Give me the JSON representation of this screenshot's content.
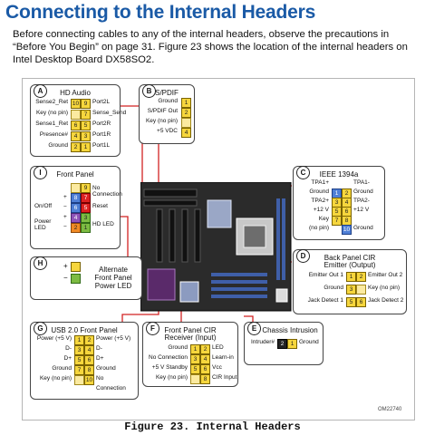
{
  "page": {
    "title": "Connecting to the Internal Headers",
    "intro": "Before connecting cables to any of the internal headers, observe the precautions in “Before You Begin” on page 31.  Figure 23 shows the location of the internal headers on Intel Desktop Board DX58SO2.",
    "caption": "Figure 23.  Internal Headers",
    "doc_id": "OM22740"
  },
  "panels": {
    "A": {
      "tag": "A",
      "title": "HD Audio",
      "rows": [
        {
          "left": "Sense2_Ret",
          "p1": "10",
          "p2": "9",
          "right": "Port2L"
        },
        {
          "left": "Key (no pin)",
          "p1": "",
          "p2": "7",
          "right": "Sense_Send"
        },
        {
          "left": "Sense1_Ret",
          "p1": "6",
          "p2": "5",
          "right": "Port2R"
        },
        {
          "left": "Presence#",
          "p1": "4",
          "p2": "3",
          "right": "Port1R"
        },
        {
          "left": "Ground",
          "p1": "2",
          "p2": "1",
          "right": "Port1L"
        }
      ]
    },
    "B": {
      "tag": "B",
      "title": "S/PDIF",
      "rows": [
        {
          "left": "Ground",
          "p": "1"
        },
        {
          "left": "S/PDIF Out",
          "p": "2"
        },
        {
          "left": "Key (no pin)",
          "p": ""
        },
        {
          "left": "+5 VDC",
          "p": "4"
        }
      ]
    },
    "C": {
      "tag": "C",
      "title": "IEEE 1394a",
      "rows": [
        {
          "left": "TPA1+",
          "p1": "",
          "p2": "",
          "right": "TPA1-"
        },
        {
          "left": "Ground",
          "p1": "1",
          "p2": "2",
          "right": "Ground"
        },
        {
          "left": "TPA2+",
          "p1": "3",
          "p2": "4",
          "right": "TPA2-"
        },
        {
          "left": "+12 V",
          "p1": "5",
          "p2": "6",
          "right": "+12 V"
        },
        {
          "left": "Key",
          "p1": "7",
          "p2": "8",
          "right": ""
        },
        {
          "left": "(no pin)",
          "p1": "",
          "p2": "10",
          "right": "Ground"
        }
      ]
    },
    "D": {
      "tag": "D",
      "title": "Back Panel CIR",
      "subtitle": "Emitter (Output)",
      "rows": [
        {
          "left": "Emitter Out 1",
          "p1": "1",
          "p2": "2",
          "right": "Emitter Out 2"
        },
        {
          "left": "Ground",
          "p1": "3",
          "p2": "",
          "right": "Key (no pin)"
        },
        {
          "left": "Jack Detect 1",
          "p1": "5",
          "p2": "6",
          "right": "Jack Detect 2"
        }
      ]
    },
    "E": {
      "tag": "E",
      "title": "Chassis Intrusion",
      "rows": [
        {
          "left": "Intruder#",
          "p1": "2",
          "p2": "1",
          "right": "Ground"
        }
      ]
    },
    "F": {
      "tag": "F",
      "title": "Front Panel CIR",
      "subtitle": "Receiver (Input)",
      "rows": [
        {
          "left": "Ground",
          "p1": "1",
          "p2": "2",
          "right": "LED"
        },
        {
          "left": "No Connection",
          "p1": "3",
          "p2": "4",
          "right": "Learn-in"
        },
        {
          "left": "+5 V Standby",
          "p1": "5",
          "p2": "6",
          "right": "Vcc"
        },
        {
          "left": "Key (no pin)",
          "p1": "",
          "p2": "8",
          "right": "CIR Input"
        }
      ]
    },
    "G": {
      "tag": "G",
      "title": "USB 2.0 Front Panel",
      "rows": [
        {
          "left": "Power (+5 V)",
          "p1": "1",
          "p2": "2",
          "right": "Power (+5 V)"
        },
        {
          "left": "D-",
          "p1": "3",
          "p2": "4",
          "right": "D-"
        },
        {
          "left": "D+",
          "p1": "5",
          "p2": "6",
          "right": "D+"
        },
        {
          "left": "Ground",
          "p1": "7",
          "p2": "8",
          "right": "Ground"
        },
        {
          "left": "Key (no pin)",
          "p1": "",
          "p2": "10",
          "right": "No"
        },
        {
          "left": "",
          "p1": "",
          "p2": "",
          "right": "Connection"
        }
      ]
    },
    "H": {
      "tag": "H",
      "title": "Alternate",
      "title2": "Front Panel",
      "title3": "Power LED",
      "pins": [
        "+",
        "−"
      ]
    },
    "I": {
      "tag": "I",
      "title": "Front Panel",
      "labels": {
        "no1": "No",
        "no2": "Connection",
        "reset": "Reset",
        "onoff": "On/Off",
        "power": "Power",
        "led": "LED",
        "hdled": "HD LED"
      },
      "pins": [
        {
          "p1": "",
          "p2": "9"
        },
        {
          "p1": "8",
          "p2": "7"
        },
        {
          "p1": "6",
          "p2": "5"
        },
        {
          "p1": "4",
          "p2": "3"
        },
        {
          "p1": "2",
          "p2": "1"
        }
      ],
      "signs": [
        "+",
        "−",
        "+",
        "−"
      ]
    }
  },
  "colors": {
    "title_blue": "#1a5aa6",
    "connector_red": "#d22222",
    "pin_yellow": "#f6d63d",
    "board_dark": "#2a2a2a"
  }
}
